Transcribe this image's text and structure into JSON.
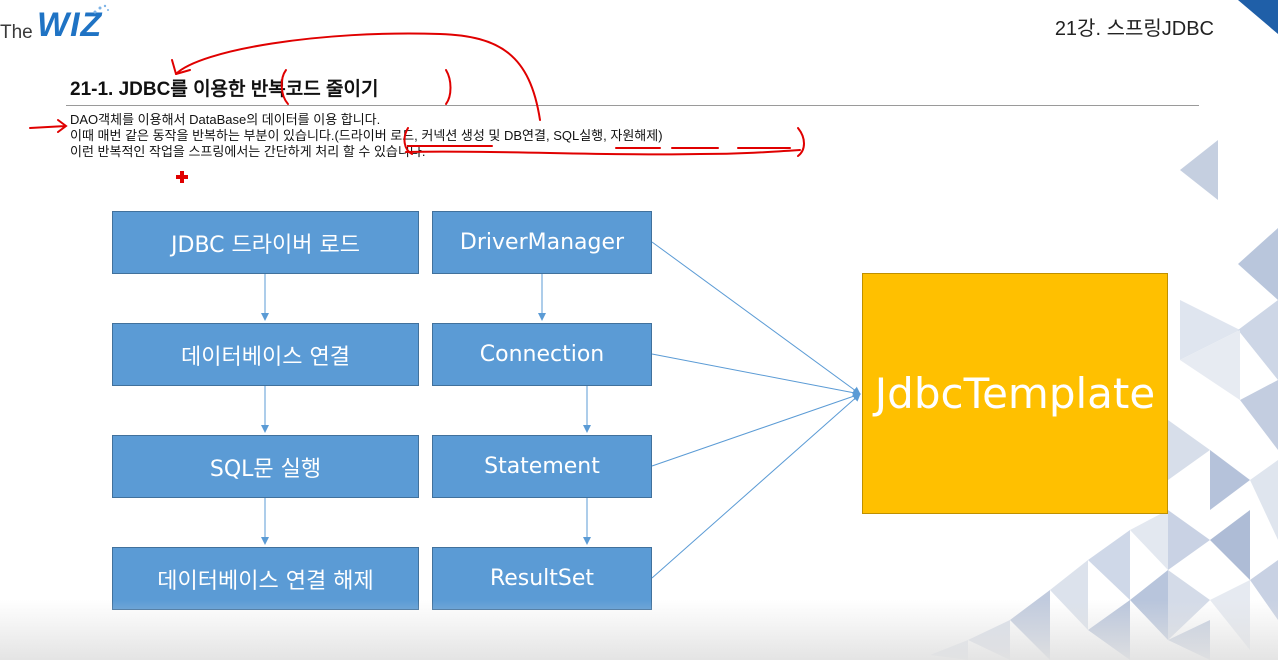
{
  "header": {
    "logo_the": "The",
    "logo_wiz": "WIZ",
    "lecture_title": "21강. 스프링JDBC"
  },
  "section": {
    "title": "21-1. JDBC를 이용한 반복코드 줄이기"
  },
  "description": {
    "line1": "DAO객체를 이용해서 DataBase의 데이터를 이용 합니다.",
    "line2": "이때 매번 같은 동작을 반복하는 부분이 있습니다.(드라이버 로드, 커넥션 생성 및 DB연결, SQL실행, 자원해제)",
    "line3": "이런 반복적인 작업을 스프링에서는 간단하게 처리 할 수 있습니다."
  },
  "diagram": {
    "left_column": [
      "JDBC 드라이버 로드",
      "데이터베이스 연결",
      "SQL문 실행",
      "데이터베이스 연결 해제"
    ],
    "right_column": [
      "DriverManager",
      "Connection",
      "Statement",
      "ResultSet"
    ],
    "target": "JdbcTemplate"
  },
  "colors": {
    "box_fill": "#5b9bd5",
    "target_fill": "#ffc000",
    "annotation": "#e00000",
    "connector": "#5b9bd5"
  }
}
